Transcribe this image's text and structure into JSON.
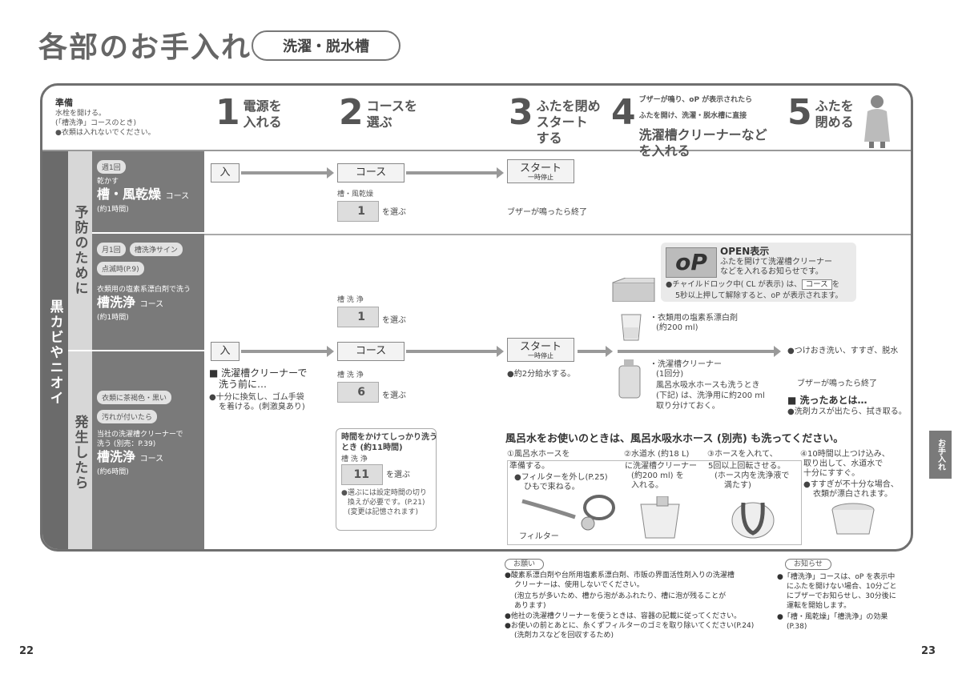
{
  "header": {
    "title": "各部のお手入れ",
    "subtitle": "洗濯・脱水槽"
  },
  "prep": {
    "title": "準備",
    "lines": [
      "水栓を開ける。",
      "(「槽洗浄」コースのとき)",
      "●衣類は入れないでください。"
    ]
  },
  "steps": [
    {
      "num": "1",
      "label1": "電源を",
      "label2": "入れる"
    },
    {
      "num": "2",
      "label1": "コースを",
      "label2": "選ぶ"
    },
    {
      "num": "3",
      "label1": "ふたを閉め",
      "label2": "スタート",
      "label3": "する"
    },
    {
      "num": "4",
      "note1": "ブザーが鳴り、oP が表示されたら",
      "note2": "ふたを開け、洗濯・脱水槽に直接",
      "label1": "洗濯槽クリーナーなど",
      "label2": "を入れる"
    },
    {
      "num": "5",
      "label1": "ふたを",
      "label2": "閉める"
    }
  ],
  "sidebar": {
    "main": "黒カビやニオイ",
    "prevent": "予防のために",
    "occur": "発生したら"
  },
  "courses": {
    "dry": {
      "badge": "週1回",
      "small": "乾かす",
      "big": "槽・風乾燥",
      "suffix": "コース",
      "time": "(約1時間)"
    },
    "wash": {
      "badge": "月1回",
      "badge2": "槽洗浄サイン",
      "badge3": "点滅時(P.9)",
      "small": "衣類用の塩素系漂白剤で洗う",
      "big": "槽洗浄",
      "suffix": "コース",
      "time": "(約1時間)"
    },
    "cleaner": {
      "badge": "衣類に茶褐色・黒い",
      "badge2": "汚れが付いたら",
      "small": "当社の洗濯槽クリーナーで",
      "small2": "洗う (別売：P.39)",
      "big": "槽洗浄",
      "suffix": "コース",
      "time": "(約6時間)"
    }
  },
  "flow": {
    "in": "入",
    "course": "コース",
    "start": "スタート",
    "start_sub": "一時停止",
    "lcd_dry_label": "槽・風乾燥",
    "lcd_dry": "1",
    "lcd_wash_label": "槽 洗 浄",
    "lcd_wash": "1",
    "lcd_cl_label": "槽 洗 浄",
    "lcd_cl": "6",
    "lcd_long_label": "槽 洗 浄",
    "lcd_long": "11",
    "select": "を選ぶ",
    "buzzer_end": "ブザーが鳴ったら終了",
    "before1": "■ 洗濯槽クリーナーで",
    "before2": "洗う前に…",
    "before3": "●十分に換気し、ゴム手袋",
    "before4": "を着ける。(刺激臭あり)",
    "water2min": "●約2分給水する。",
    "long1": "時間をかけてしっかり洗う",
    "long2": "とき (約11時間)",
    "long3": "●選ぶには設定時間の切り",
    "long4": "換えが必要です。(P.21)",
    "long5": "(変更は記憶されます)"
  },
  "open": {
    "lcd": "oP",
    "title": "OPEN表示",
    "l1": "ふたを開けて洗濯槽クリーナー",
    "l2": "などを入れるお知らせです。",
    "l3": "●チャイルドロック中( CL が表示) は、",
    "l3b": "コース",
    "l3c": "を",
    "l4": "5秒以上押して解除すると、oP が表示されます。"
  },
  "agents": {
    "bleach": "・衣類用の塩素系漂白剤",
    "bleach_amt": "(約200 ml)",
    "cleaner": "・洗濯槽クリーナー",
    "cleaner_amt": "(1回分)",
    "c1": "風呂水吸水ホースも洗うとき",
    "c2": "(下記) は、洗浄用に約200 ml",
    "c3": "取り分けておく。"
  },
  "after": {
    "soak": "●つけおき洗い、すすぎ、脱水",
    "buzzer": "ブザーが鳴ったら終了",
    "head": "■ 洗ったあとは…",
    "body": "●洗剤カスが出たら、拭き取る。"
  },
  "bath": {
    "title": "風呂水をお使いのときは、風呂水吸水ホース (別売) も洗ってください。",
    "s1a": "①風呂水ホースを",
    "s1b": "準備する。",
    "s1c": "●フィルターを外し(P.25)",
    "s1d": "ひもで束ねる。",
    "filter": "フィルター",
    "s2a": "②水道水 (約18 L)",
    "s2b": "に洗濯槽クリーナー",
    "s2c": "(約200 ml) を",
    "s2d": "入れる。",
    "s3a": "③ホースを入れて、",
    "s3b": "5回以上回転させる。",
    "s3c": "(ホース内を洗浄液で",
    "s3d": "満たす)",
    "s4a": "④10時間以上つけ込み、",
    "s4b": "取り出して、水道水で",
    "s4c": "十分にすすぐ。",
    "s4d": "●すすぎが不十分な場合、",
    "s4e": "衣類が漂白されます。"
  },
  "tab": "お手入れ",
  "notes": {
    "head": "お願い",
    "n1": "●酸素系漂白剤や台所用塩素系漂白剤、市販の界面活性剤入りの洗濯槽",
    "n1b": "クリーナーは、使用しないでください。",
    "n2": "(泡立ちが多いため、槽から泡があふれたり、槽に泡が残ることが",
    "n2b": "あります)",
    "n3": "●他社の洗濯槽クリーナーを使うときは、容器の記載に従ってください。",
    "n4": "●お使いの前とあとに、糸くずフィルターのゴミを取り除いてください(P.24)",
    "n4b": "(洗剤カスなどを回収するため)"
  },
  "notes_right": {
    "head": "お知らせ",
    "r1": "●「槽洗浄」コースは、oP を表示中",
    "r1b": "にふたを開けない場合、10分ごと",
    "r1c": "にブザーでお知らせし、30分後に",
    "r1d": "運転を開始します。",
    "r2": "●「槽・風乾燥」「槽洗浄」の効果",
    "r2b": "(P.38)"
  },
  "footer": {
    "left": "22",
    "right": "23"
  }
}
